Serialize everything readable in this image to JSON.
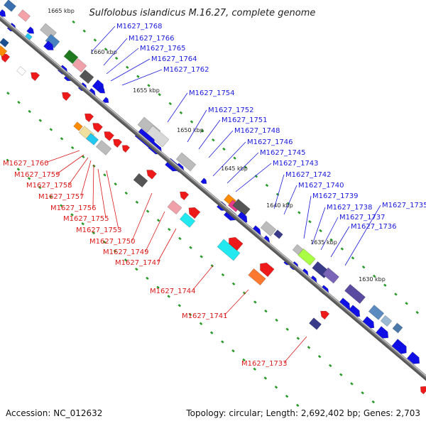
{
  "title": "Sulfolobus islandicus M.16.27, complete genome",
  "footer": {
    "accession": "Accession: NC_012632",
    "summary": "Topology: circular; Length: 2,692,402 bp; Genes: 2,703"
  },
  "colors": {
    "forward_label": "#1a1adc",
    "reverse_label": "#dc1a1a",
    "backbone": "#777777",
    "tick": "#2a9a2a"
  },
  "kbp_ticks": [
    "1665 kbp",
    "1660 kbp",
    "1655 kbp",
    "1650 kbp",
    "1645 kbp",
    "1640 kbp",
    "1635 kbp",
    "1630 kbp"
  ],
  "forward_labels": [
    "M1627_1768",
    "M1627_1766",
    "M1627_1765",
    "M1627_1764",
    "M1627_1762",
    "M1627_1754",
    "M1627_1752",
    "M1627_1751",
    "M1627_1748",
    "M1627_1746",
    "M1627_1745",
    "M1627_1743",
    "M1627_1742",
    "M1627_1740",
    "M1627_1739",
    "M1627_1738",
    "M1627_1737",
    "M1627_1736",
    "M1627_1735"
  ],
  "reverse_labels": [
    "M1627_1760",
    "M1627_1759",
    "M1627_1758",
    "M1627_1757",
    "M1627_1756",
    "M1627_1755",
    "M1627_1753",
    "M1627_1750",
    "M1627_1749",
    "M1627_1747",
    "M1627_1744",
    "M1627_1741",
    "M1627_1733"
  ]
}
